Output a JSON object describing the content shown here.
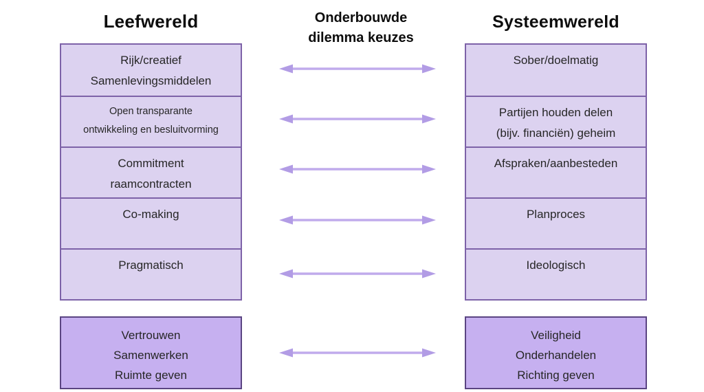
{
  "headers": {
    "left": "Leefwereld",
    "middle": [
      "Onderbouwde",
      "dilemma keuzes"
    ],
    "right": "Systeemwereld"
  },
  "left_column": {
    "boxes": [
      {
        "lines": [
          "Rijk/creatief",
          "Samenlevingsmiddelen"
        ]
      },
      {
        "lines": [
          "Open transparante",
          "ontwikkeling en besluitvorming"
        ]
      },
      {
        "lines": [
          "Commitment",
          "raamcontracten"
        ]
      },
      {
        "lines": [
          "Co-making"
        ]
      },
      {
        "lines": [
          "Pragmatisch"
        ]
      }
    ],
    "bottom_box": {
      "lines": [
        "Vertrouwen",
        "Samenwerken",
        "Ruimte geven"
      ]
    }
  },
  "right_column": {
    "boxes": [
      {
        "lines": [
          "Sober/doelmatig"
        ]
      },
      {
        "lines": [
          "Partijen houden delen",
          "(bijv. financiën) geheim"
        ]
      },
      {
        "lines": [
          "Afspraken/aanbesteden"
        ]
      },
      {
        "lines": [
          "Planproces"
        ]
      },
      {
        "lines": [
          "Ideologisch"
        ]
      }
    ],
    "bottom_box": {
      "lines": [
        "Veiligheid",
        "Onderhandelen",
        "Richting geven"
      ]
    }
  },
  "arrows": {
    "count": 6,
    "style": "double-headed"
  },
  "colors": {
    "box_fill": "#dcd2f0",
    "box_border": "#7d62a8",
    "bottom_box_fill": "#c6b0f0",
    "bottom_box_border": "#5a4482",
    "arrow_shaft": "#c0abec",
    "arrow_head": "#b29ce5",
    "text": "#262626",
    "title_text": "#0d0d0d"
  }
}
